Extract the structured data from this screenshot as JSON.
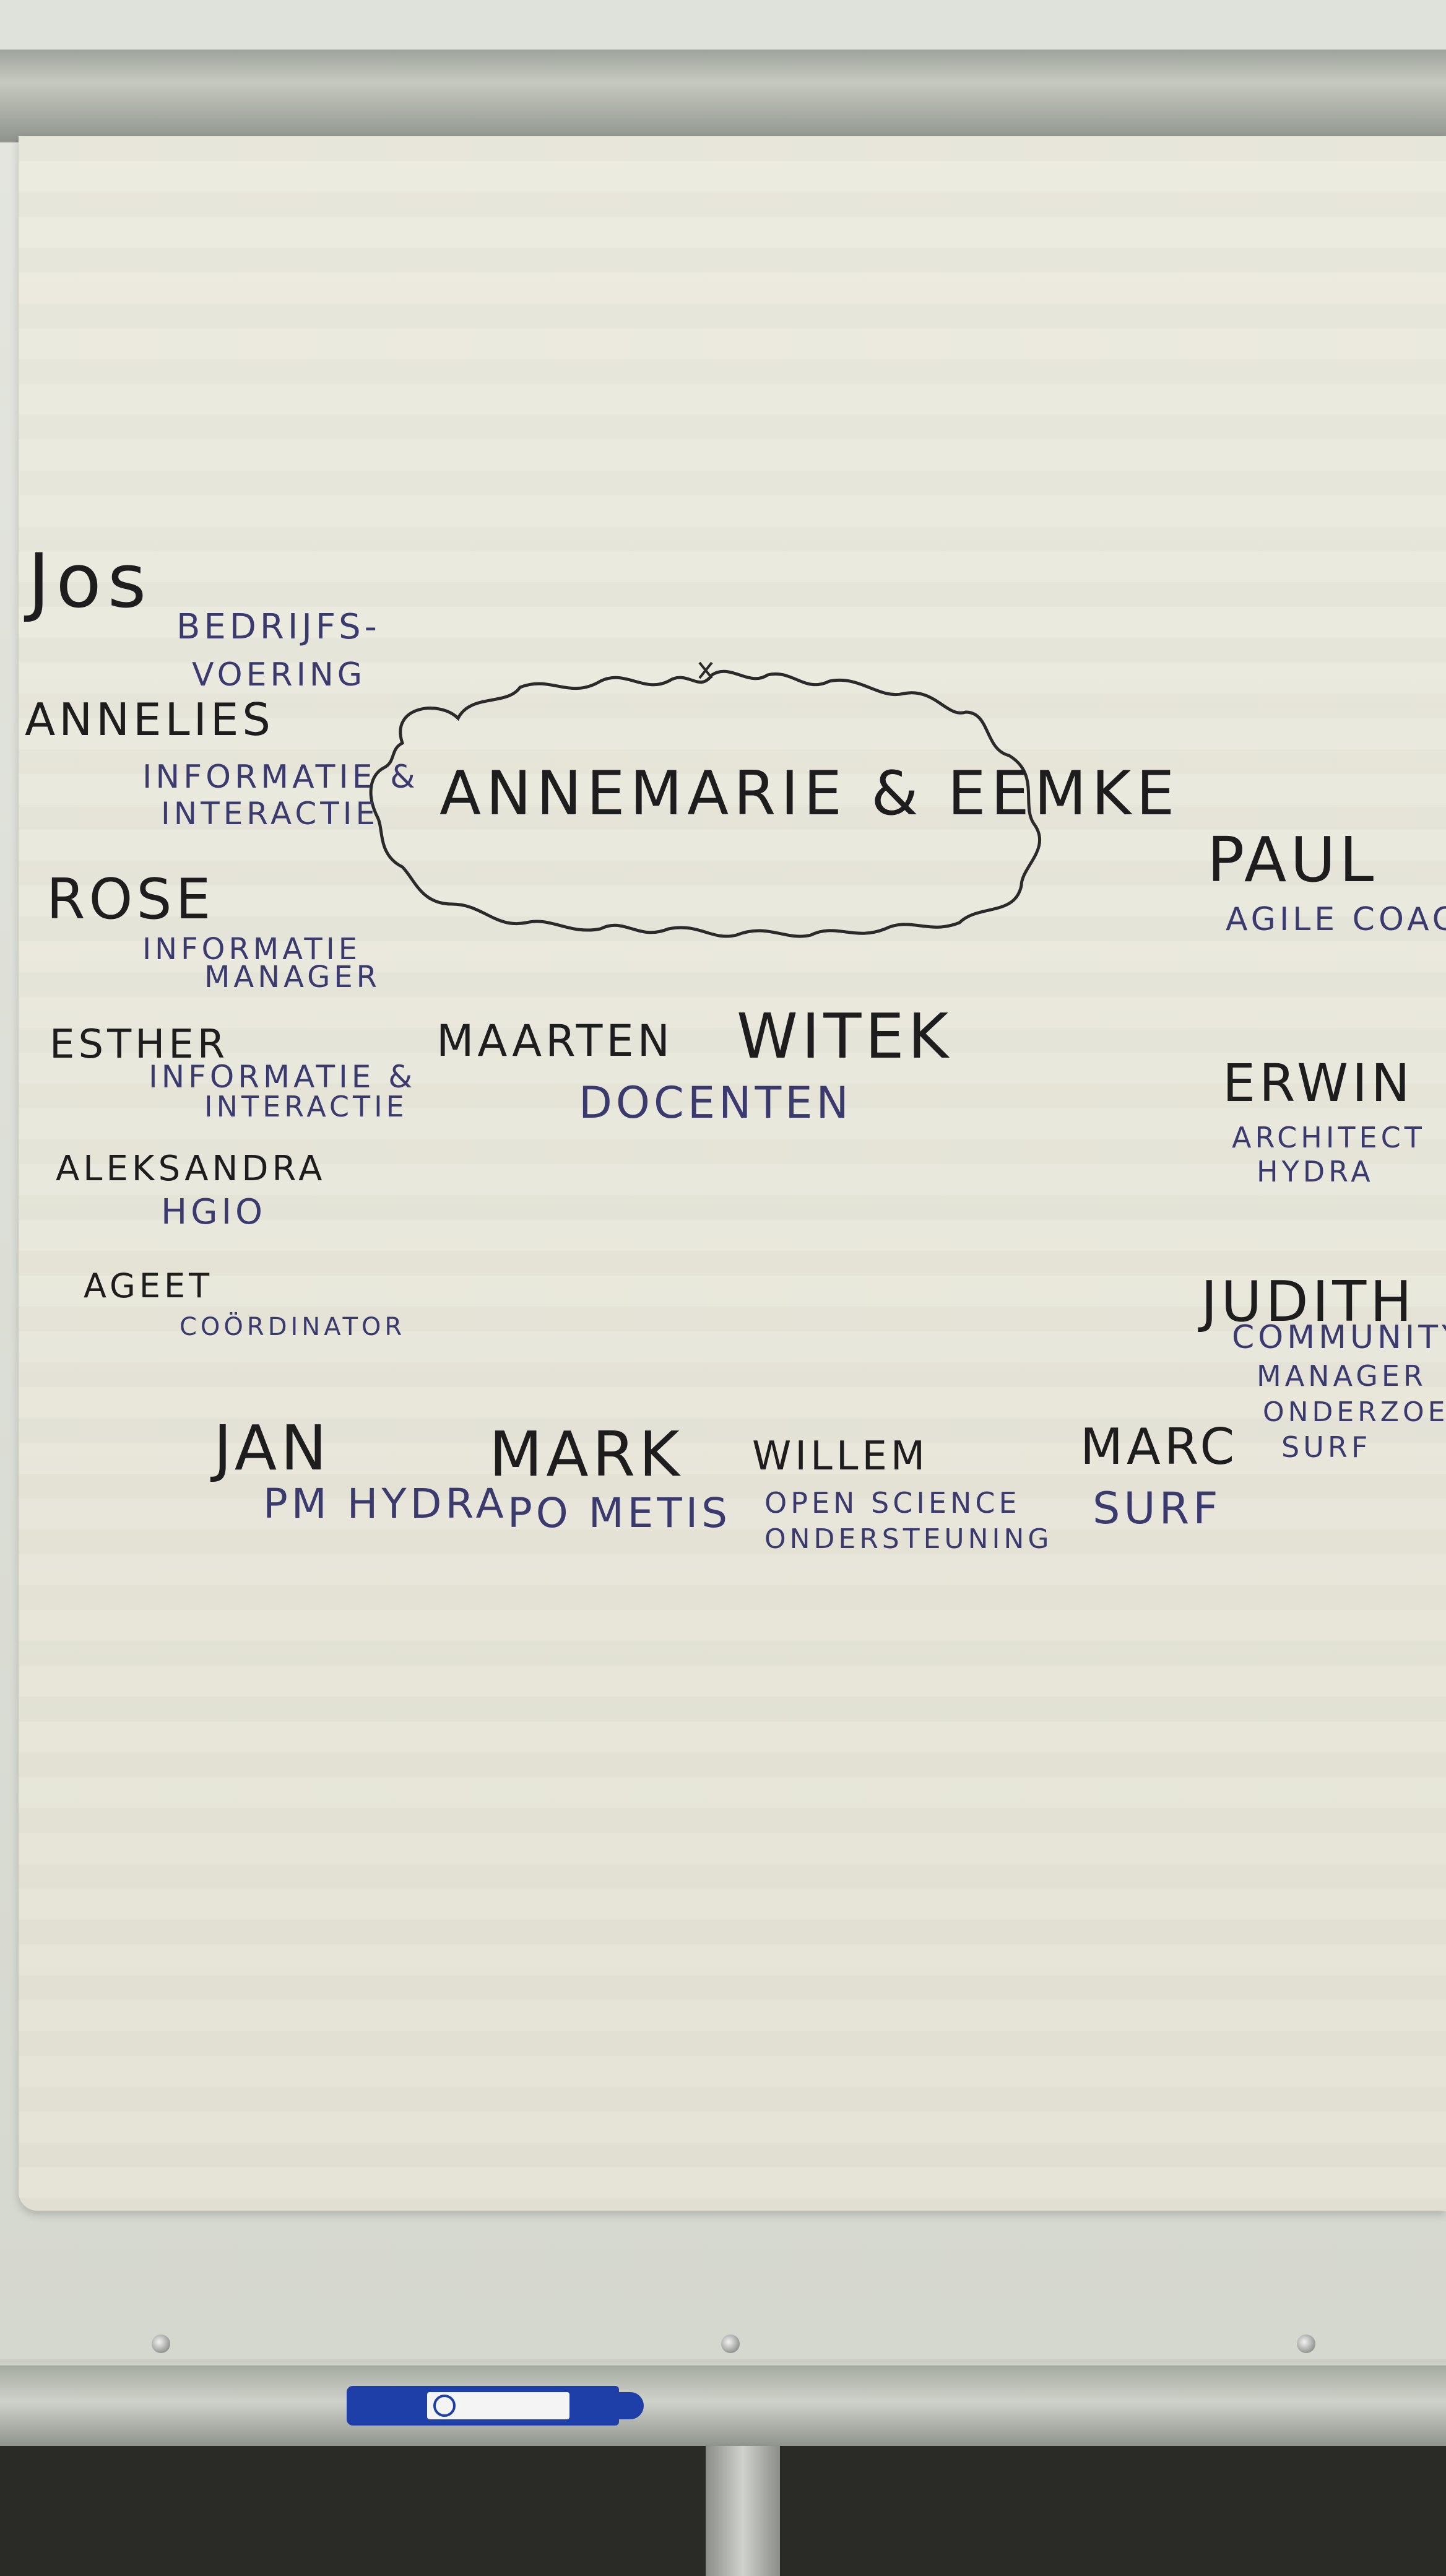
{
  "center": "ANNEMARIE & EEMKE",
  "left": [
    {
      "name": "Jos",
      "role": [
        "BEDRIJFS-",
        "VOERING"
      ]
    },
    {
      "name": "ANNELIES",
      "role": [
        "INFORMATIE &",
        "INTERACTIE"
      ]
    },
    {
      "name": "ROSE",
      "role": [
        "INFORMATIE",
        "MANAGER"
      ]
    },
    {
      "name": "ESTHER",
      "role": [
        "INFORMATIE &",
        "INTERACTIE"
      ]
    },
    {
      "name": "ALEKSANDRA",
      "role": [
        "HGIO"
      ]
    },
    {
      "name": "AGEET",
      "role": [
        "COÖRDINATOR"
      ]
    }
  ],
  "middle": [
    {
      "name": "MAARTEN"
    },
    {
      "name": "WITEK"
    },
    {
      "group": "DOCENTEN"
    }
  ],
  "right": [
    {
      "name": "PAUL",
      "role": [
        "AGILE COACH"
      ]
    },
    {
      "name": "ERWIN",
      "role": [
        "ARCHITECT",
        "HYDRA"
      ]
    },
    {
      "name": "JUDITH",
      "role": [
        "COMMUNITY",
        "MANAGER",
        "ONDERZOEK",
        "SURF"
      ]
    }
  ],
  "bottom": [
    {
      "name": "JAN",
      "role": [
        "PM HYDRA"
      ]
    },
    {
      "name": "MARK",
      "role": [
        "PO METIS"
      ]
    },
    {
      "name": "WILLEM",
      "role": [
        "OPEN SCIENCE",
        "ONDERSTEUNING"
      ]
    },
    {
      "name": "MARC",
      "role": [
        "SURF"
      ]
    }
  ],
  "marker_color": "#1e3fa8",
  "paper_color": "#ecebdf"
}
